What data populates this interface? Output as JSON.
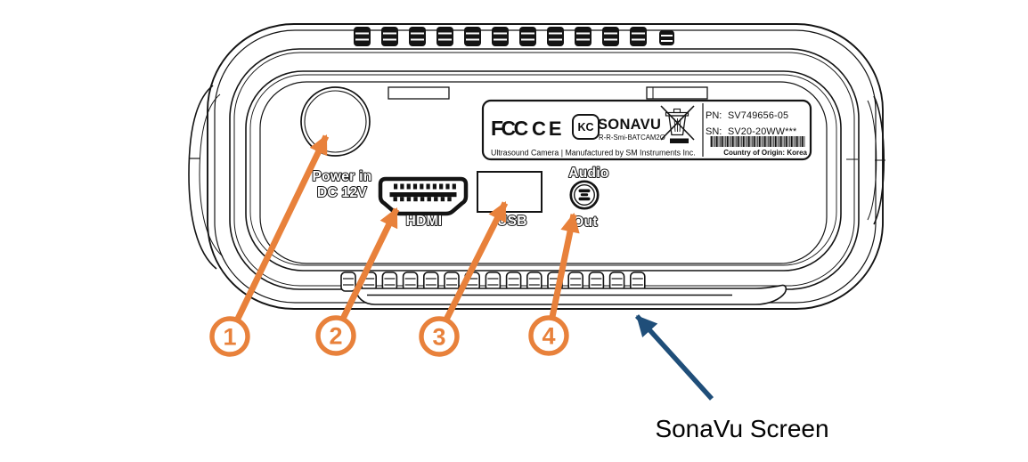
{
  "figure": {
    "device": {
      "ports": {
        "power": {
          "label_line1": "Power in",
          "label_line2": "DC 12V"
        },
        "hdmi": {
          "label": "HDMI"
        },
        "usb": {
          "label": "USB"
        },
        "audio": {
          "label_top": "Audio",
          "label_bottom": "Out"
        }
      },
      "label_plate": {
        "cert_fcc": "FCC",
        "cert_ce": "CE",
        "cert_kc": "KC",
        "brand": "SONAVU",
        "model_code": "R-R-Smi-BATCAM2O",
        "pn_label": "PN:",
        "pn_value": "SV749656-05",
        "sn_label": "SN:",
        "sn_value": "SV20-20WW***",
        "footer": "Ultrasound Camera  |  Manufactured by SM Instruments Inc.",
        "origin": "Country of Origin: Korea"
      }
    },
    "callouts": [
      {
        "number": "1",
        "points_to": "power-in-connector"
      },
      {
        "number": "2",
        "points_to": "hdmi-port"
      },
      {
        "number": "3",
        "points_to": "usb-port"
      },
      {
        "number": "4",
        "points_to": "audio-out-jack"
      }
    ],
    "annotation": {
      "label": "SonaVu Screen"
    },
    "colors": {
      "callout_orange": "#E8813B",
      "annotation_navy": "#1F4E79",
      "line": "#141414"
    }
  }
}
